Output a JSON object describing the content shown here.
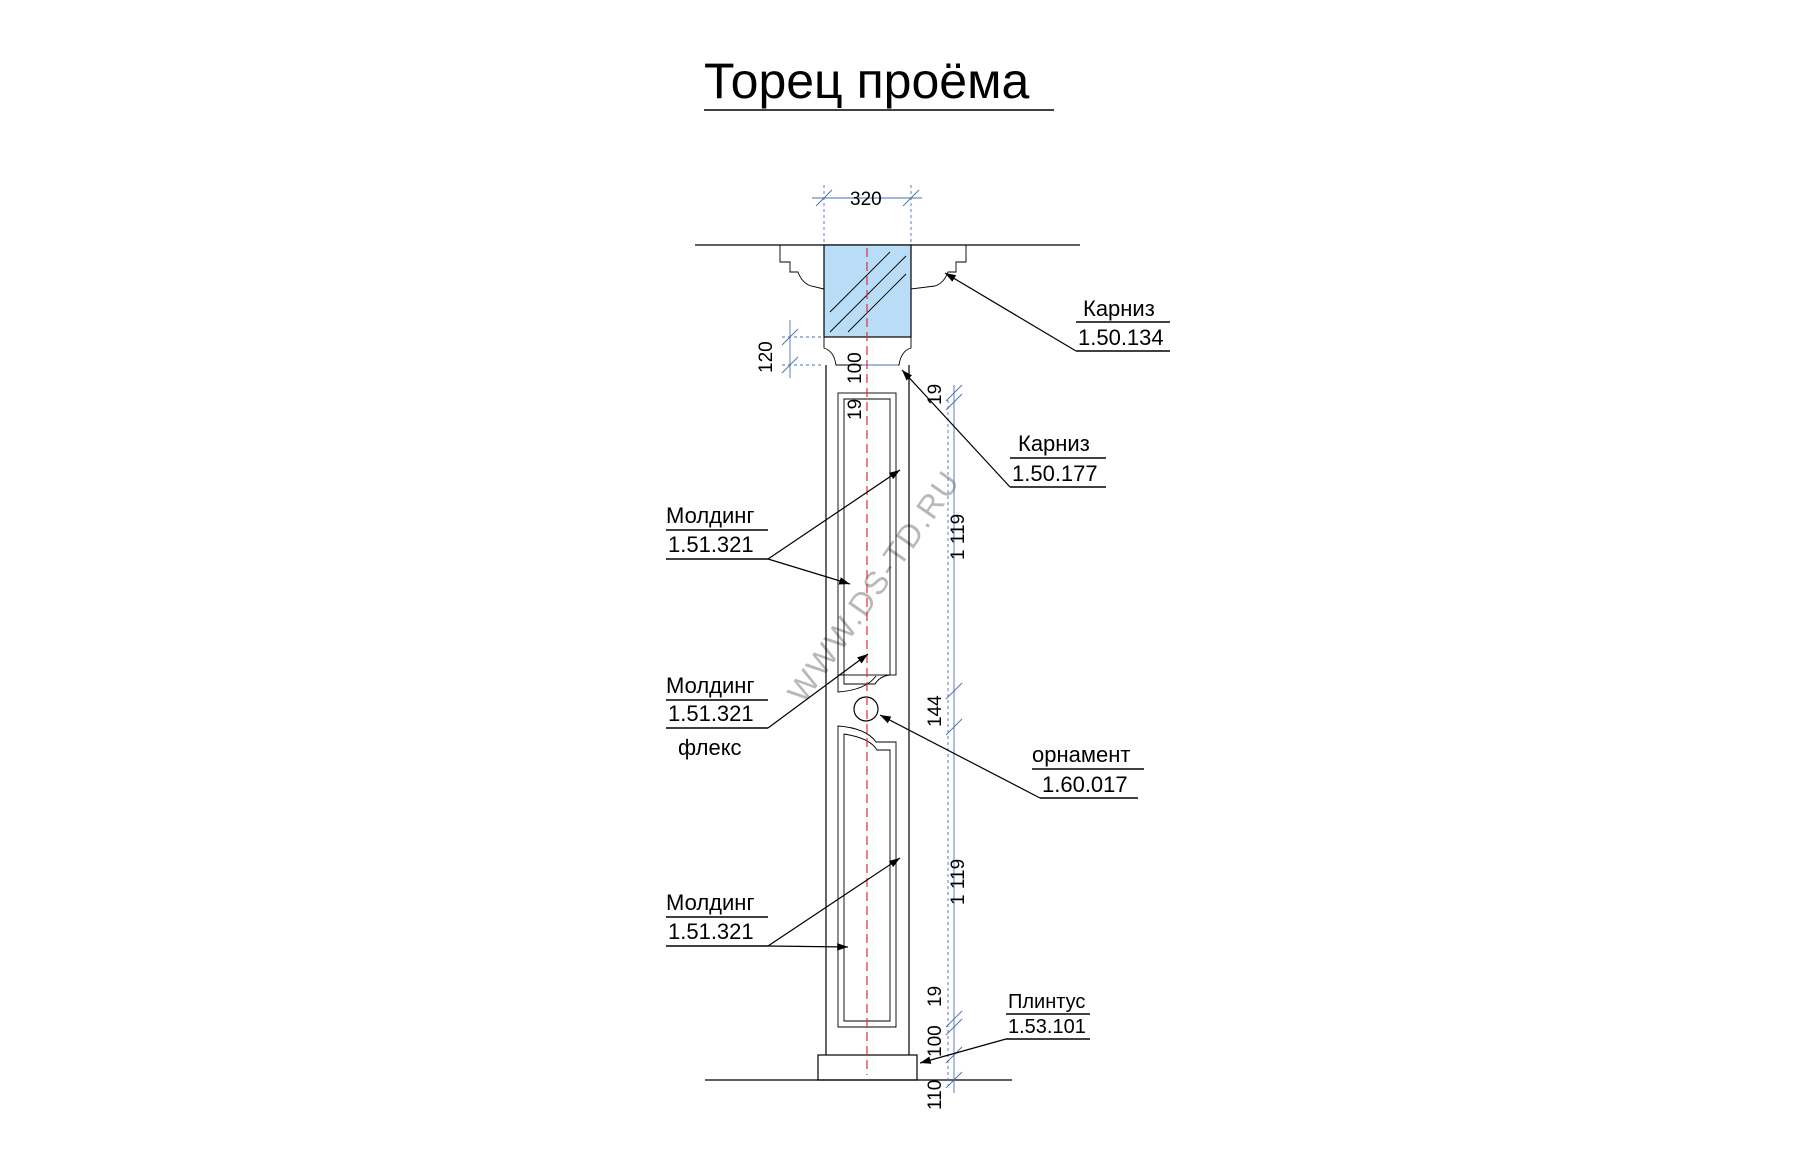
{
  "title": "Торец проёма",
  "watermark": "WWW.DS-TD.RU",
  "dimensions": {
    "top_width": "320",
    "d120": "120",
    "d100_top": "100",
    "d19_inner": "19",
    "d19_right_top": "19",
    "d1119_top": "1 119",
    "d144": "144",
    "d1119_bottom": "1 119",
    "d19_right_bottom": "19",
    "d100_bottom": "100",
    "d110": "110"
  },
  "callouts": {
    "karniz_top": {
      "name": "Карниз",
      "code": "1.50.134"
    },
    "karniz_mid": {
      "name": "Карниз",
      "code": "1.50.177"
    },
    "molding_top": {
      "name": "Молдинг",
      "code": "1.51.321"
    },
    "molding_flex": {
      "name": "Молдинг",
      "code": "1.51.321",
      "note": "флекс"
    },
    "ornament": {
      "name": "орнамент",
      "code": "1.60.017"
    },
    "molding_bottom": {
      "name": "Молдинг",
      "code": "1.51.321"
    },
    "plintus": {
      "name": "Плинтус",
      "code": "1.53.101"
    }
  },
  "colors": {
    "beam_fill": "#b9ddf6",
    "dimension_line": "#4a6fb5",
    "axis_line": "#e0303a"
  }
}
